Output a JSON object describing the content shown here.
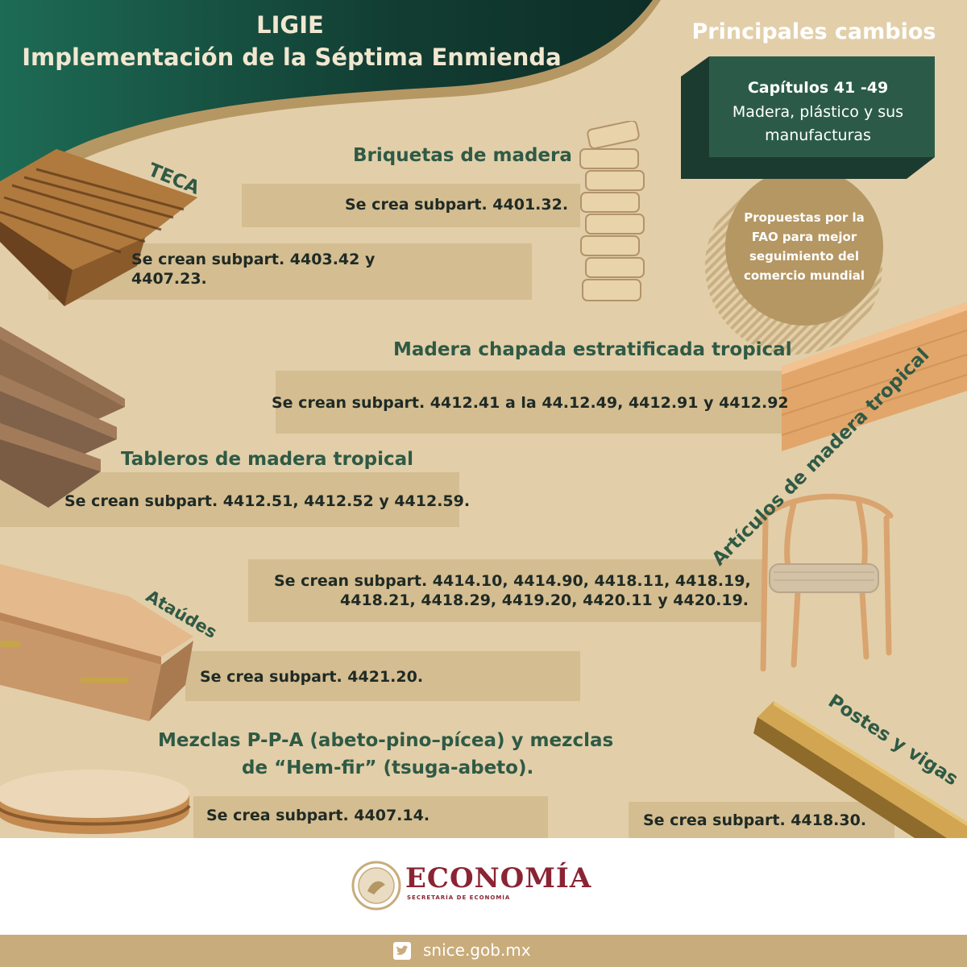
{
  "header": {
    "title_line1": "LIGIE",
    "title_line2": "Implementación de la Séptima Enmienda",
    "principales": "Principales cambios"
  },
  "capitulos": {
    "title": "Capítulos 41 -49",
    "line1": "Madera, plástico y sus",
    "line2": "manufacturas"
  },
  "fao_circle": {
    "line1": "Propuestas por la",
    "line2": "FAO para mejor",
    "line3": "seguimiento del",
    "line4": "comercio mundial"
  },
  "items": {
    "teca": {
      "heading": "TECA",
      "text_line1": "Se crean subpart. 4403.42 y",
      "text_line2": "4407.23."
    },
    "briquetas": {
      "heading": "Briquetas de madera",
      "text": "Se crea subpart. 4401.32."
    },
    "chapada": {
      "heading": "Madera chapada estratificada tropical",
      "text": "Se crean subpart. 4412.41 a la 44.12.49, 4412.91 y 4412.92"
    },
    "tableros": {
      "heading": "Tableros de madera tropical",
      "text": "Se crean subpart. 4412.51, 4412.52 y 4412.59."
    },
    "articulos": {
      "heading": "Artículos de madera tropical",
      "text_line1": "Se crean subpart. 4414.10, 4414.90, 4418.11, 4418.19,",
      "text_line2": "4418.21, 4418.29, 4419.20, 4420.11 y 4420.19."
    },
    "ataudes": {
      "heading": "Ataúdes",
      "text": "Se crea subpart. 4421.20."
    },
    "mezclas": {
      "heading_line1": "Mezclas P-P-A (abeto-pino–pícea) y mezclas",
      "heading_line2": "de “Hem-fir” (tsuga-abeto).",
      "text": "Se crea subpart. 4407.14."
    },
    "postes": {
      "heading": "Postes y vigas",
      "text": "Se crea subpart. 4418.30."
    }
  },
  "footer": {
    "logo_text": "ECONOMÍA",
    "logo_subtext": "SECRETARÍA DE ECONOMÍA",
    "website": "snice.gob.mx",
    "social_icon": "twitter-icon"
  },
  "colors": {
    "background": "#e2cfa9",
    "dark_green": "#1e4a3a",
    "heading_green": "#2f5a45",
    "gold": "#c9ac7b",
    "maroon": "#8a2433"
  }
}
